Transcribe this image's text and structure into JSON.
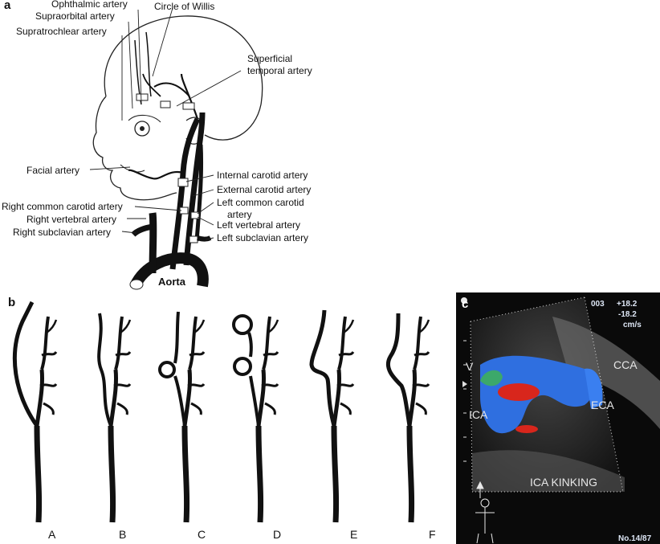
{
  "panels": {
    "a": "a",
    "b": "b",
    "c": "c"
  },
  "panel_a": {
    "labels": {
      "ophthalmic": "Ophthalmic artery",
      "supraorbital": "Supraorbital artery",
      "supratrochlear": "Supratrochlear artery",
      "circle_willis": "Circle of Willis",
      "superficial_temporal_1": "Superficial",
      "superficial_temporal_2": "temporal artery",
      "facial": "Facial artery",
      "internal_carotid": "Internal carotid artery",
      "external_carotid": "External carotid artery",
      "left_common_1": "Left common carotid",
      "left_common_2": "artery",
      "left_vertebral": "Left vertebral artery",
      "left_subclavian": "Left subclavian artery",
      "right_common": "Right common carotid artery",
      "right_vertebral": "Right vertebral artery",
      "right_subclavian": "Right subclavian artery",
      "aorta": "Aorta"
    }
  },
  "panel_b": {
    "variants": [
      "A",
      "B",
      "C",
      "D",
      "E",
      "F"
    ]
  },
  "panel_c": {
    "labels": {
      "v": "V",
      "cca": "CCA",
      "eca": "ECA",
      "ica": "ICA",
      "kinking": "ICA KINKING",
      "probe": "003",
      "scale_top": "+18.2",
      "scale_bottom": "-18.2",
      "units": "cm/s",
      "number": "No.14/87"
    },
    "colors": {
      "flow_toward": "#d8261c",
      "flow_away": "#2f6fe0",
      "background": "#0a0a0a"
    }
  }
}
